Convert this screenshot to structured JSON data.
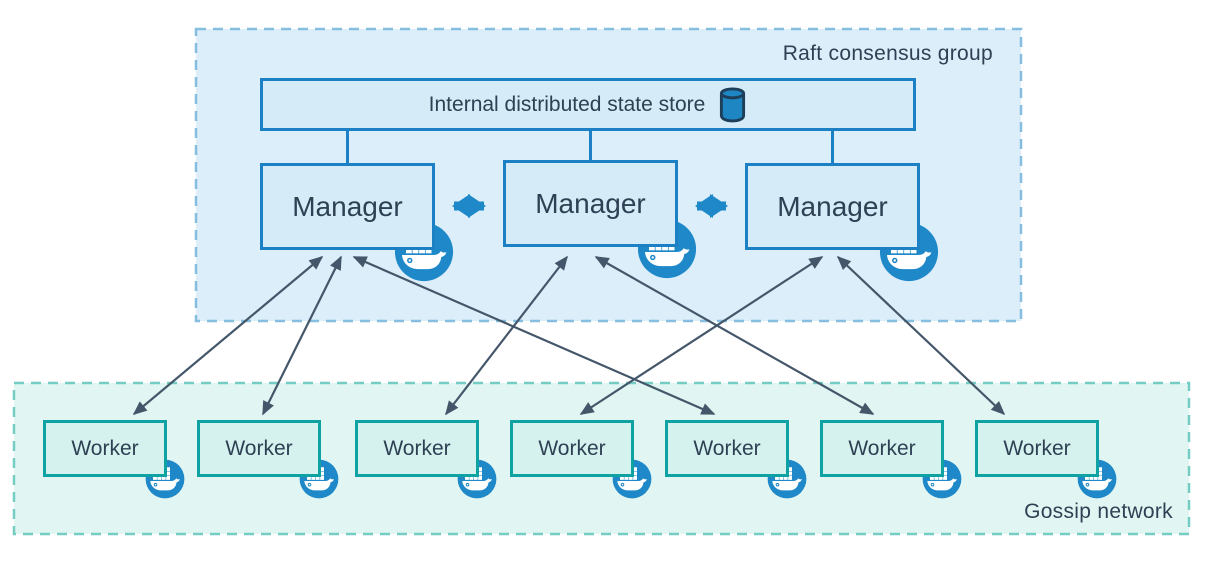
{
  "diagram": {
    "raft_group": {
      "label": "Raft consensus group"
    },
    "gossip_group": {
      "label": "Gossip network"
    },
    "state_store": {
      "label": "Internal distributed state store",
      "icon": "database-icon"
    },
    "managers": [
      {
        "label": "Manager",
        "icon": "docker-icon"
      },
      {
        "label": "Manager",
        "icon": "docker-icon"
      },
      {
        "label": "Manager",
        "icon": "docker-icon"
      }
    ],
    "workers": [
      {
        "label": "Worker",
        "icon": "docker-icon"
      },
      {
        "label": "Worker",
        "icon": "docker-icon"
      },
      {
        "label": "Worker",
        "icon": "docker-icon"
      },
      {
        "label": "Worker",
        "icon": "docker-icon"
      },
      {
        "label": "Worker",
        "icon": "docker-icon"
      },
      {
        "label": "Worker",
        "icon": "docker-icon"
      },
      {
        "label": "Worker",
        "icon": "docker-icon"
      }
    ],
    "connections": {
      "state_store_to_managers": [
        0,
        1,
        2
      ],
      "manager_peer_links": [
        [
          0,
          1
        ],
        [
          1,
          2
        ]
      ],
      "manager_worker_links": [
        {
          "manager": 0,
          "worker": 0
        },
        {
          "manager": 0,
          "worker": 1
        },
        {
          "manager": 0,
          "worker": 4
        },
        {
          "manager": 1,
          "worker": 2
        },
        {
          "manager": 1,
          "worker": 5
        },
        {
          "manager": 2,
          "worker": 3
        },
        {
          "manager": 2,
          "worker": 6
        }
      ],
      "arrow_style": "double-headed"
    },
    "colors": {
      "blue_border": "#1c80c4",
      "blue_fill": "#d5ebf8",
      "raft_fill": "#dceef9",
      "raft_dash_border": "#85bedf",
      "teal_border": "#0ea3a2",
      "worker_fill": "#d6f2ee",
      "gossip_fill": "#e1f6f3",
      "gossip_dash_border": "#74ccc3",
      "docker_blue": "#1f88c8",
      "thin_arrow": "#44576a",
      "text": "#2e4154"
    }
  }
}
